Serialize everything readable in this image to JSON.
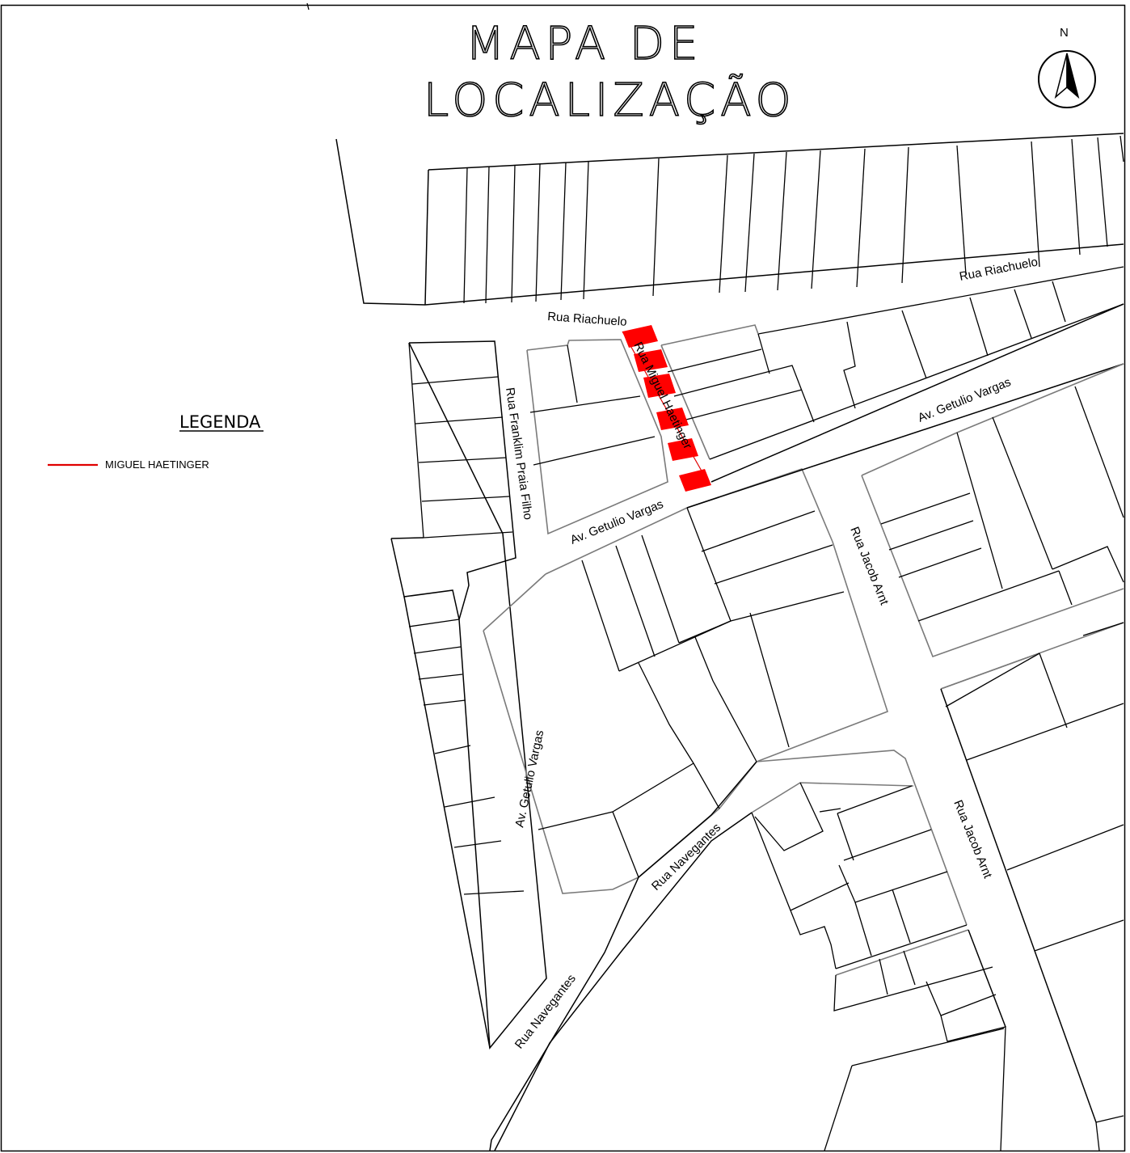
{
  "title": {
    "line1": "MAPA  DE",
    "line2": "LOCALIZAÇÃO"
  },
  "north": {
    "label": "N"
  },
  "legend": {
    "title": "LEGENDA",
    "items": [
      {
        "label": "MIGUEL HAETINGER",
        "color": "#e00000"
      }
    ]
  },
  "streets": {
    "riachuelo_east": "Rua Riachuelo",
    "riachuelo_west": "Rua Riachuelo",
    "miguel_haetinger": "Rua Miguel Haetinger",
    "getulio_vargas_ne": "Av. Getulio Vargas",
    "getulio_vargas_center": "Av. Getulio Vargas",
    "getulio_vargas_south": "Av. Getulio Vargas",
    "franklim_praia_filho": "Rua Franklim Praia Filho",
    "jacob_arnt_north": "Rua Jacob Arnt",
    "jacob_arnt_south": "Rua Jacob Arnt",
    "navegantes_center": "Rua Navegantes",
    "navegantes_south": "Rua Navegantes"
  },
  "highlight_color": "#ff0000"
}
